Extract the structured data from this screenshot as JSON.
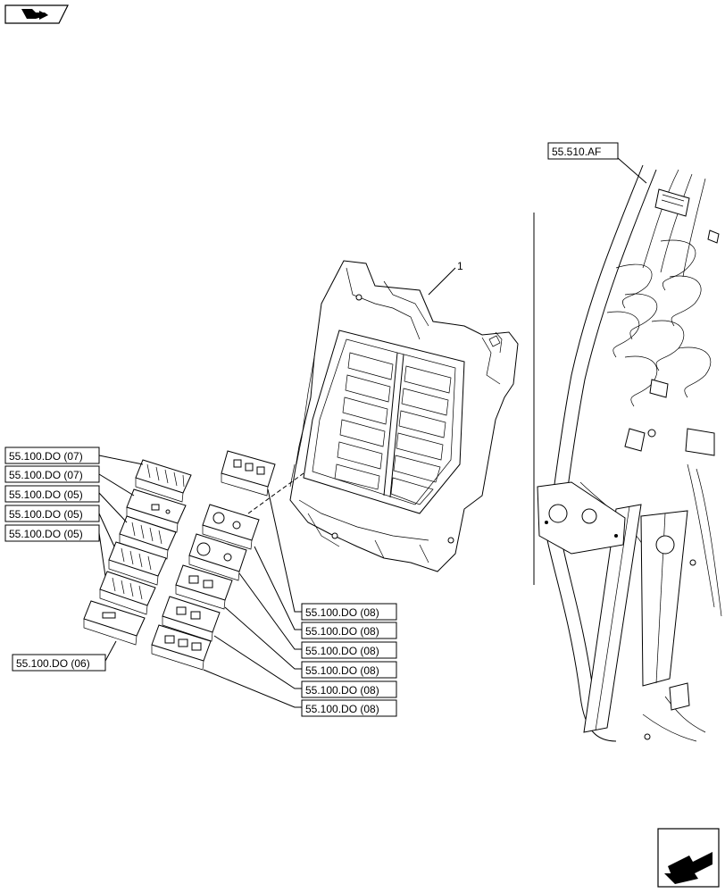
{
  "page": {
    "item_number": "1"
  },
  "callouts": {
    "ref_55_510_af": "55.510.AF",
    "left": [
      "55.100.DO (07)",
      "55.100.DO (07)",
      "55.100.DO (05)",
      "55.100.DO (05)",
      "55.100.DO (05)"
    ],
    "bottom_left": "55.100.DO (06)",
    "right": [
      "55.100.DO (08)",
      "55.100.DO (08)",
      "55.100.DO (08)",
      "55.100.DO (08)",
      "55.100.DO (08)",
      "55.100.DO (08)"
    ]
  },
  "icons": {
    "top_left": "book-arrow-icon",
    "bottom_right": "navigation-arrow-icon"
  }
}
